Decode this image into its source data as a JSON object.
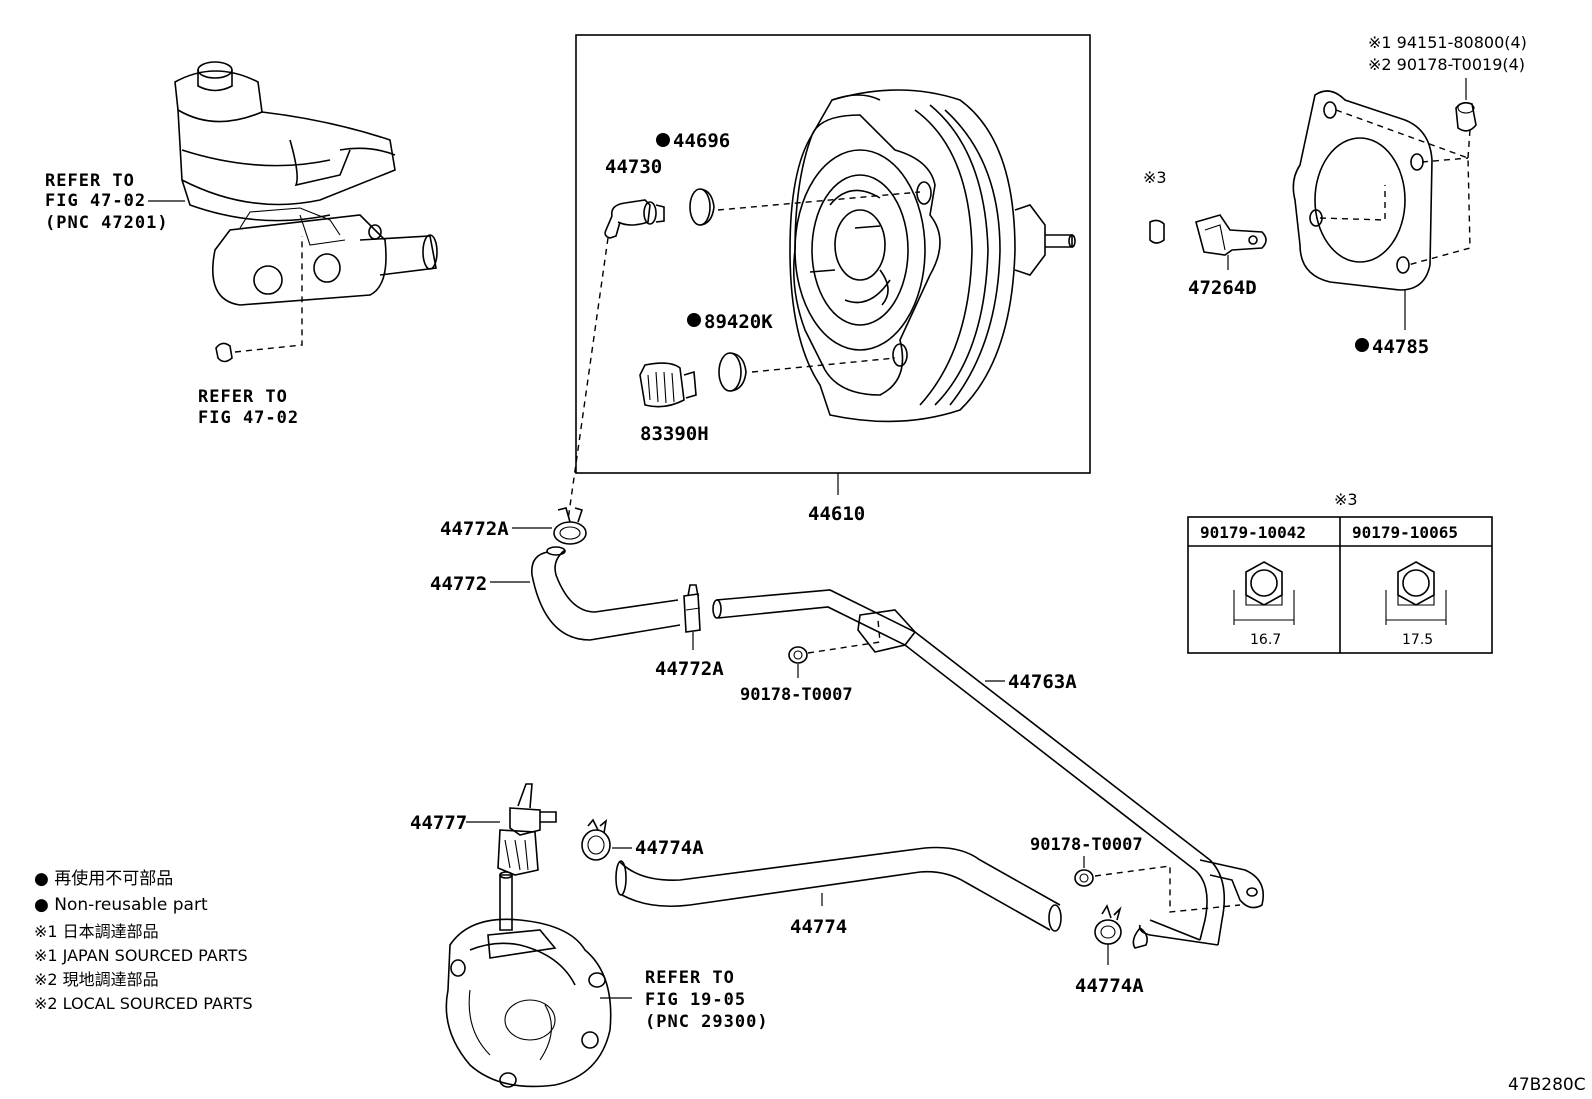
{
  "diagram_id": "47B280C",
  "references": {
    "master_cylinder": [
      "REFER TO",
      "FIG 47-02",
      "(PNC 47201)"
    ],
    "master_cylinder_nut": [
      "REFER TO",
      "FIG 47-02"
    ],
    "vacuum_pump": [
      "REFER TO",
      "FIG 19-05",
      "(PNC 29300)"
    ]
  },
  "parts": {
    "p44730": "44730",
    "p44696": "44696",
    "p89420k": "89420K",
    "p83390h": "83390H",
    "p44610": "44610",
    "p44772a_top": "44772A",
    "p44772": "44772",
    "p44772a_mid": "44772A",
    "p90178_t0007_a": "90178-T0007",
    "p44763a": "44763A",
    "p44777": "44777",
    "p44774a_left": "44774A",
    "p44774": "44774",
    "p90178_t0007_b": "90178-T0007",
    "p44774a_right": "44774A",
    "p47264d": "47264D",
    "p44785": "44785"
  },
  "mark3_small": "※3",
  "fastener_notes": [
    "※1 94151-80800(4)",
    "※2 90178-T0019(4)"
  ],
  "nut_table": {
    "title": "※3",
    "columns": [
      "90179-10042",
      "90179-10065"
    ],
    "dims": [
      "16.7",
      "17.5"
    ]
  },
  "legend": [
    "● 再使用不可部品",
    "● Non-reusable part",
    "※1 日本調達部品",
    "※1 JAPAN SOURCED PARTS",
    "※2 現地調達部品",
    "※2 LOCAL SOURCED PARTS"
  ]
}
